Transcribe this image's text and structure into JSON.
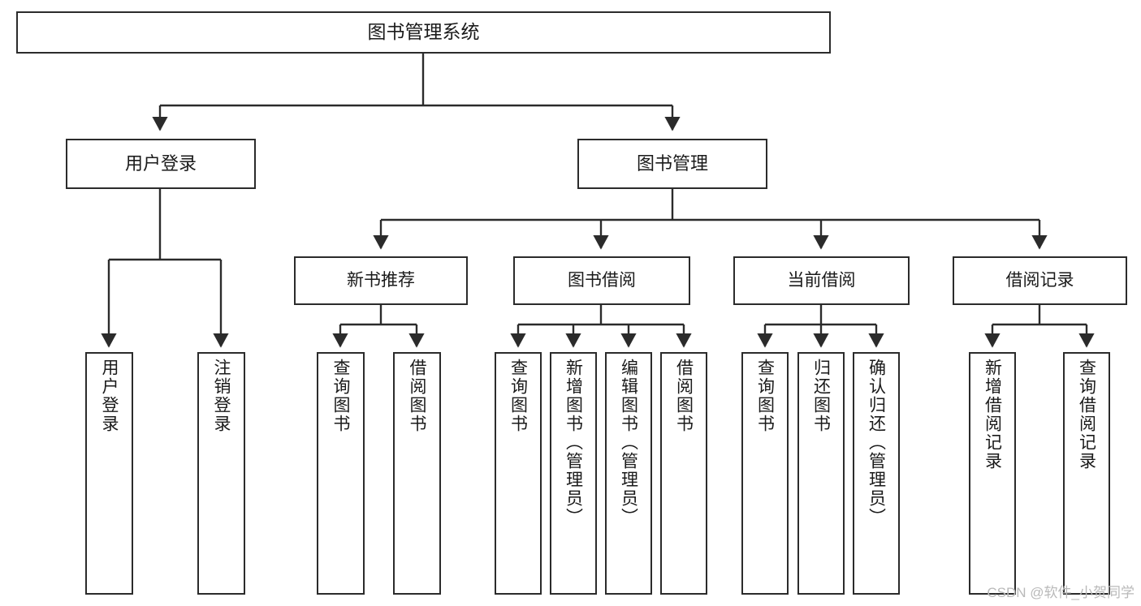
{
  "diagram": {
    "type": "tree-hierarchy",
    "title": "图书管理系统",
    "orientation": "top-down",
    "colors": {
      "box_border": "#2b2b2b",
      "box_fill": "#ffffff",
      "connector": "#2b2b2b",
      "text": "#1a1a1a",
      "watermark": "#b9b9b9",
      "background": "#ffffff"
    }
  },
  "nodes": {
    "root": {
      "label": "图书管理系统"
    },
    "level2": [
      {
        "id": "user-login",
        "label": "用户登录"
      },
      {
        "id": "book-manage",
        "label": "图书管理"
      }
    ],
    "level3": [
      {
        "id": "new-book-recommend",
        "label": "新书推荐"
      },
      {
        "id": "book-borrow",
        "label": "图书借阅"
      },
      {
        "id": "current-borrow",
        "label": "当前借阅"
      },
      {
        "id": "borrow-record",
        "label": "借阅记录"
      }
    ],
    "leaves": {
      "user-login": [
        {
          "id": "leaf-user-login",
          "label": "用户登录"
        },
        {
          "id": "leaf-logout",
          "label": "注销登录"
        }
      ],
      "new-book-recommend": [
        {
          "id": "leaf-query-book-1",
          "label": "查询图书"
        },
        {
          "id": "leaf-borrow-book-1",
          "label": "借阅图书"
        }
      ],
      "book-borrow": [
        {
          "id": "leaf-query-book-2",
          "label": "查询图书"
        },
        {
          "id": "leaf-add-book",
          "label": "新增图书（管理员）"
        },
        {
          "id": "leaf-edit-book",
          "label": "编辑图书（管理员）"
        },
        {
          "id": "leaf-borrow-book-2",
          "label": "借阅图书"
        }
      ],
      "current-borrow": [
        {
          "id": "leaf-query-book-3",
          "label": "查询图书"
        },
        {
          "id": "leaf-return-book",
          "label": "归还图书"
        },
        {
          "id": "leaf-confirm-return",
          "label": "确认归还（管理员）"
        }
      ],
      "borrow-record": [
        {
          "id": "leaf-add-record",
          "label": "新增借阅记录"
        },
        {
          "id": "leaf-query-record",
          "label": "查询借阅记录"
        }
      ]
    }
  },
  "watermark": {
    "text": "CSDN @软件_小贺同学"
  }
}
